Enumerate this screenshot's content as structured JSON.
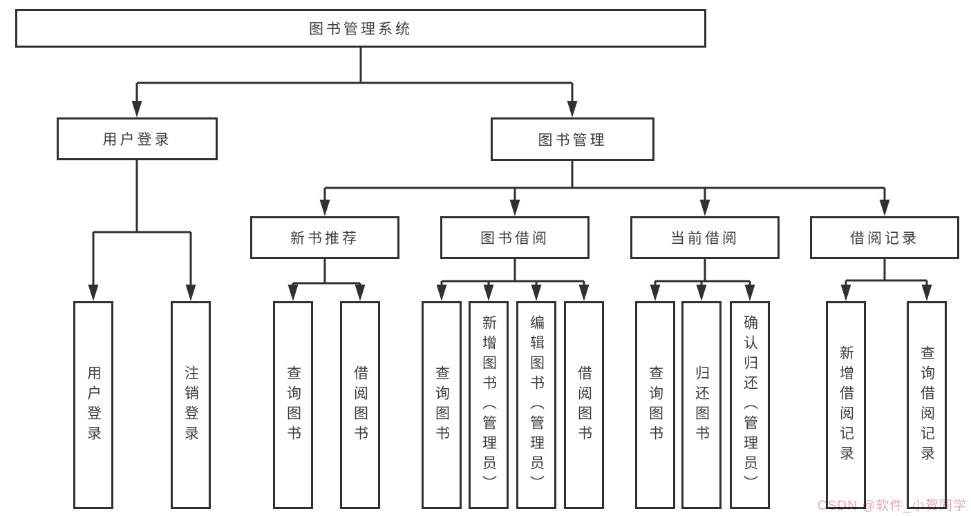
{
  "diagram_title": "图书管理系统",
  "colors": {
    "background": "#ffffff",
    "line": "#303030",
    "text": "#3c3c3c",
    "watermark": "#e9a6b2"
  },
  "nodes": {
    "root": "图书管理系统",
    "l1_user_login": "用户登录",
    "l1_book_mgmt": "图书管理",
    "l2_new_book": "新书推荐",
    "l2_book_borrow": "图书借阅",
    "l2_current_borrow": "当前借阅",
    "l2_borrow_records": "借阅记录",
    "leaf_user_login": "用户登录",
    "leaf_logout": "注销登录",
    "leaf_nb_query": "查询图书",
    "leaf_nb_borrow": "借阅图书",
    "leaf_bb_query": "查询图书",
    "leaf_bb_add": "新增图书（管理员）",
    "leaf_bb_edit": "编辑图书（管理员）",
    "leaf_bb_borrow": "借阅图书",
    "leaf_cb_query": "查询图书",
    "leaf_cb_return": "归还图书",
    "leaf_cb_confirm": "确认归还（管理员）",
    "leaf_rec_add": "新增借阅记录",
    "leaf_rec_query": "查询借阅记录"
  },
  "tree": {
    "label": "图书管理系统",
    "children": [
      {
        "label": "用户登录",
        "children": [
          {
            "label": "用户登录"
          },
          {
            "label": "注销登录"
          }
        ]
      },
      {
        "label": "图书管理",
        "children": [
          {
            "label": "新书推荐",
            "children": [
              {
                "label": "查询图书"
              },
              {
                "label": "借阅图书"
              }
            ]
          },
          {
            "label": "图书借阅",
            "children": [
              {
                "label": "查询图书"
              },
              {
                "label": "新增图书（管理员）"
              },
              {
                "label": "编辑图书（管理员）"
              },
              {
                "label": "借阅图书"
              }
            ]
          },
          {
            "label": "当前借阅",
            "children": [
              {
                "label": "查询图书"
              },
              {
                "label": "归还图书"
              },
              {
                "label": "确认归还（管理员）"
              }
            ]
          },
          {
            "label": "借阅记录",
            "children": [
              {
                "label": "新增借阅记录"
              },
              {
                "label": "查询借阅记录"
              }
            ]
          }
        ]
      }
    ]
  },
  "watermark": {
    "text": "CSDN @软件_小贺同学"
  }
}
